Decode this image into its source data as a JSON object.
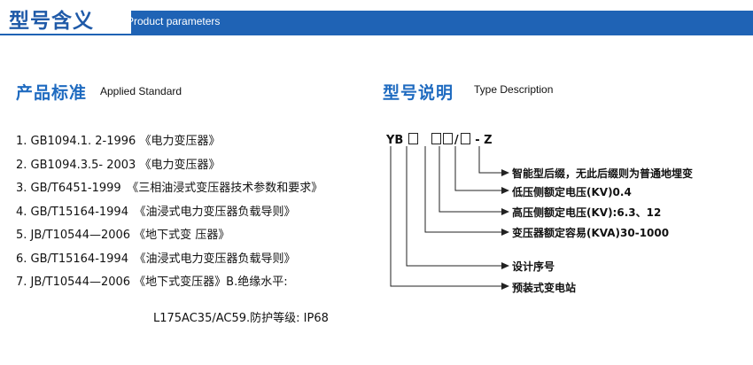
{
  "header": {
    "title": "型号含义",
    "subtitle": "Product parameters"
  },
  "standards": {
    "title_cn": "产品标准",
    "title_en": "Applied Standard",
    "items": [
      "1. GB1094.1. 2-1996 《电力变压器》",
      "2. GB1094.3.5- 2003 《电力变压器》",
      "3. GB/T6451-1999　《三相油浸式变压器技术参数和要求》",
      "4. GB/T15164-1994　《油浸式电力变压器负载导则》",
      "5. JB/T10544—2006 《地下式变 压器》",
      "6. GB/T15164-1994　《油浸式电力变压器负载导则》",
      "7. JB/T10544—2006 《地下式变压器》B.绝缘水平:"
    ],
    "continuation": "L175AC35/AC59.防护等级: IP68"
  },
  "type_description": {
    "title_cn": "型号说明",
    "title_en": "Type Description",
    "code_prefix": "YB",
    "code_slash": "/",
    "code_suffix": "- Z",
    "descriptions": [
      "智能型后缀，无此后缀则为普通地埋变",
      "低压侧额定电压(KV)0.4",
      "高压侧额定电压(KV):6.3、12",
      "变压器额定容易(KVA)30-1000",
      "设计序号",
      "预装式变电站"
    ]
  }
}
